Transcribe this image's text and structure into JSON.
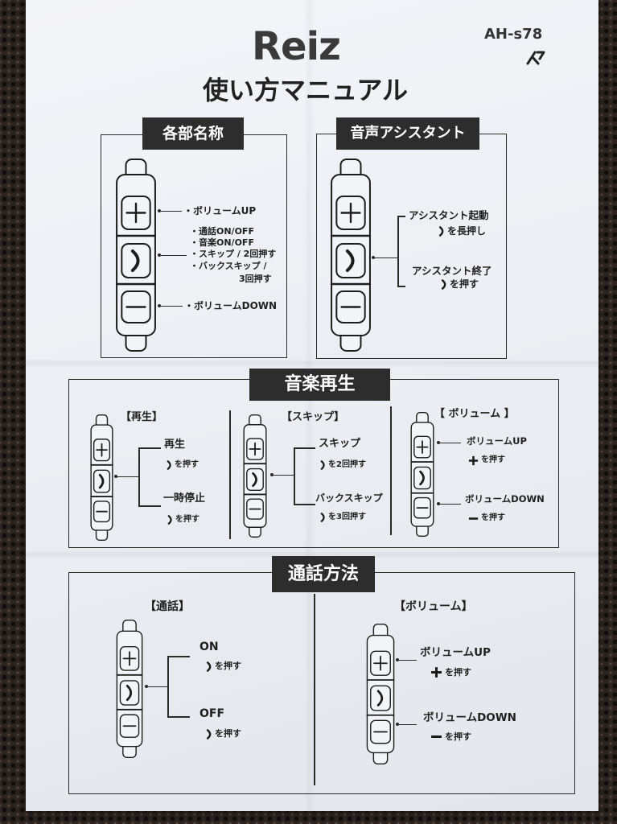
{
  "header": {
    "brand": "Reiz",
    "model": "AH-s78",
    "title": "使い方マニュアル"
  },
  "parts": {
    "heading": "各部名称",
    "volume_up": "・ボリュームUP",
    "call": "・通話ON/OFF",
    "music": "・音楽ON/OFF",
    "skip": "・スキップ / 2回押す",
    "back_skip": "・バックスキップ /",
    "back_skip_press": "3回押す",
    "volume_down": "・ボリュームDOWN"
  },
  "assistant": {
    "heading": "音声アシスタント",
    "start": "アシスタント起動",
    "start_action": "を長押し",
    "end": "アシスタント終了",
    "end_action": "を押す"
  },
  "music": {
    "heading": "音楽再生",
    "play": {
      "title": "【再生】",
      "play": "再生",
      "play_action": "を押す",
      "pause": "一時停止",
      "pause_action": "を押す"
    },
    "skip": {
      "title": "【スキップ】",
      "skip": "スキップ",
      "skip_action": "を2回押す",
      "back_skip": "バックスキップ",
      "back_skip_action": "を3回押す"
    },
    "volume": {
      "title": "【 ボリューム 】",
      "up": "ボリュームUP",
      "up_action": "を押す",
      "down": "ボリュームDOWN",
      "down_action": "を押す"
    }
  },
  "call": {
    "heading": "通話方法",
    "talk": {
      "title": "【通話】",
      "on": "ON",
      "on_action": "を押す",
      "off": "OFF",
      "off_action": "を押す"
    },
    "volume": {
      "title": "【ボリューム】",
      "up": "ボリュームUP",
      "up_action": "を押す",
      "down": "ボリュームDOWN",
      "down_action": "を押す"
    }
  },
  "icons": {
    "multifunction_button": "bracket-button-icon",
    "volume_up_button": "plus-icon",
    "volume_down_button": "minus-icon",
    "brand_mark": "brand-logo-icon"
  },
  "colors": {
    "paper": "#eceef3",
    "ink": "#1f1f1f",
    "heading_box": "#2d2d2d",
    "heading_text": "#ffffff",
    "background": "#2b2420"
  }
}
